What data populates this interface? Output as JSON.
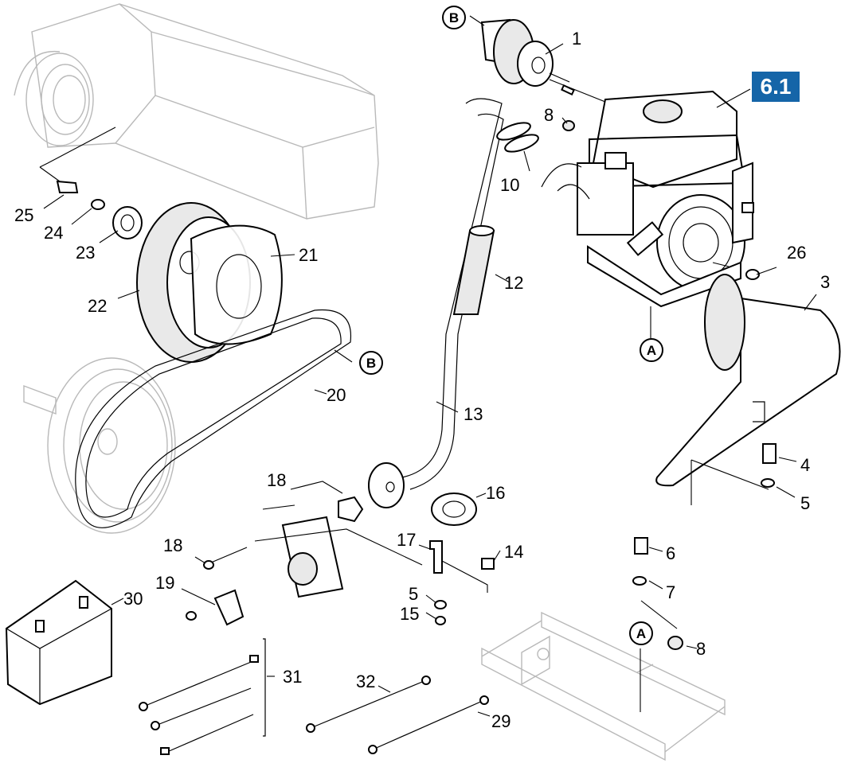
{
  "badge": {
    "label": "6.1",
    "color": "#1565a8"
  },
  "markers": {
    "b_top": "B",
    "b_belt": "B",
    "a_engine": "A",
    "a_frame": "A"
  },
  "callouts": {
    "c1": "1",
    "c3": "3",
    "c4": "4",
    "c5a": "5",
    "c5b": "5",
    "c6": "6",
    "c7": "7",
    "c8a": "8",
    "c8b": "8",
    "c10": "10",
    "c12": "12",
    "c13": "13",
    "c14": "14",
    "c15": "15",
    "c16": "16",
    "c17": "17",
    "c18a": "18",
    "c18b": "18",
    "c19": "19",
    "c20": "20",
    "c21": "21",
    "c22": "22",
    "c23": "23",
    "c24": "24",
    "c25": "25",
    "c26": "26",
    "c29": "29",
    "c30": "30",
    "c31": "31",
    "c32": "32"
  }
}
